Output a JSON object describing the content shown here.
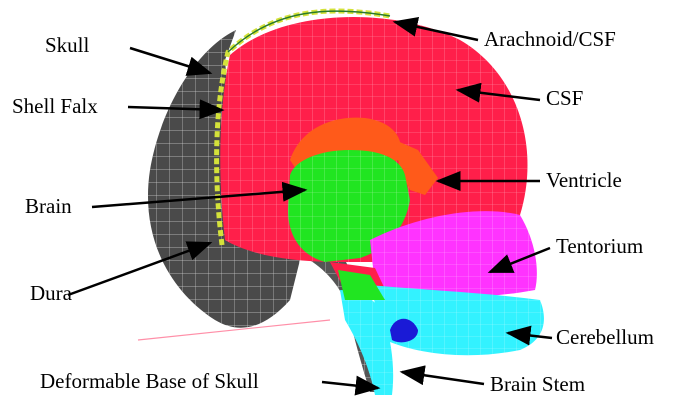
{
  "labels": {
    "skull": "Skull",
    "shell_falx": "Shell Falx",
    "brain": "Brain",
    "dura": "Dura",
    "deformable_base": "Deformable Base of Skull",
    "arachnoid_csf": "Arachnoid/CSF",
    "csf": "CSF",
    "ventricle": "Ventricle",
    "tentorium": "Tentorium",
    "cerebellum": "Cerebellum",
    "brain_stem": "Brain Stem"
  },
  "colors": {
    "skull": "#4a4a4a",
    "csf": "#ff1f4a",
    "brain": "#21e521",
    "ventricle": "#ff5a1a",
    "tentorium": "#ff33ff",
    "cerebellum": "#33f2ff",
    "dura": "#d4e23a",
    "deep_ventricle": "#1a1ad6"
  }
}
